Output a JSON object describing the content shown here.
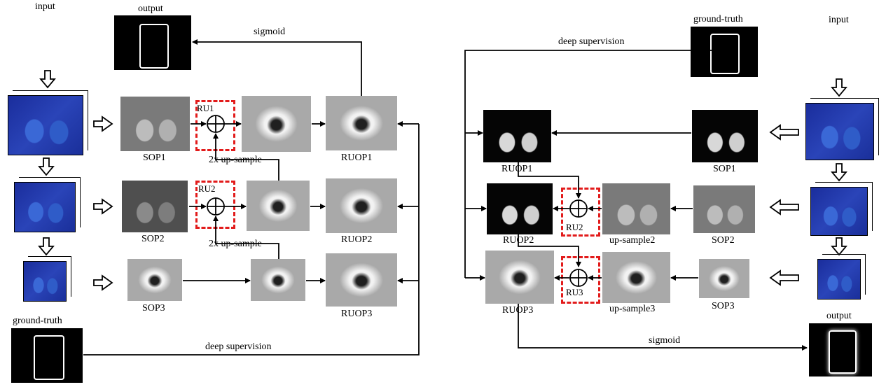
{
  "left": {
    "input_label": "input",
    "output_label": "output",
    "sigmoid_label": "sigmoid",
    "ru1": "RU1",
    "ru2": "RU2",
    "sop1": "SOP1",
    "sop2": "SOP2",
    "sop3": "SOP3",
    "ruop1": "RUOP1",
    "ruop2": "RUOP2",
    "ruop3": "RUOP3",
    "upsample_1": "2x up-sample",
    "upsample_2": "2x up-sample",
    "ground_truth_label": "ground-truth",
    "deep_supervision_label": "deep supervision"
  },
  "right": {
    "ground_truth_label": "ground-truth",
    "deep_supervision_label": "deep supervision",
    "input_label": "input",
    "ruop1": "RUOP1",
    "ruop2": "RUOP2",
    "ruop3": "RUOP3",
    "sop1": "SOP1",
    "sop2": "SOP2",
    "sop3": "SOP3",
    "ru2": "RU2",
    "ru3": "RU3",
    "upsample2": "up-sample2",
    "upsample3": "up-sample3",
    "sigmoid_label": "sigmoid",
    "output_label": "output"
  },
  "colors": {
    "dashed_box": "#e21b1b",
    "feature_blue": "#2a44b8",
    "line": "#000000"
  }
}
